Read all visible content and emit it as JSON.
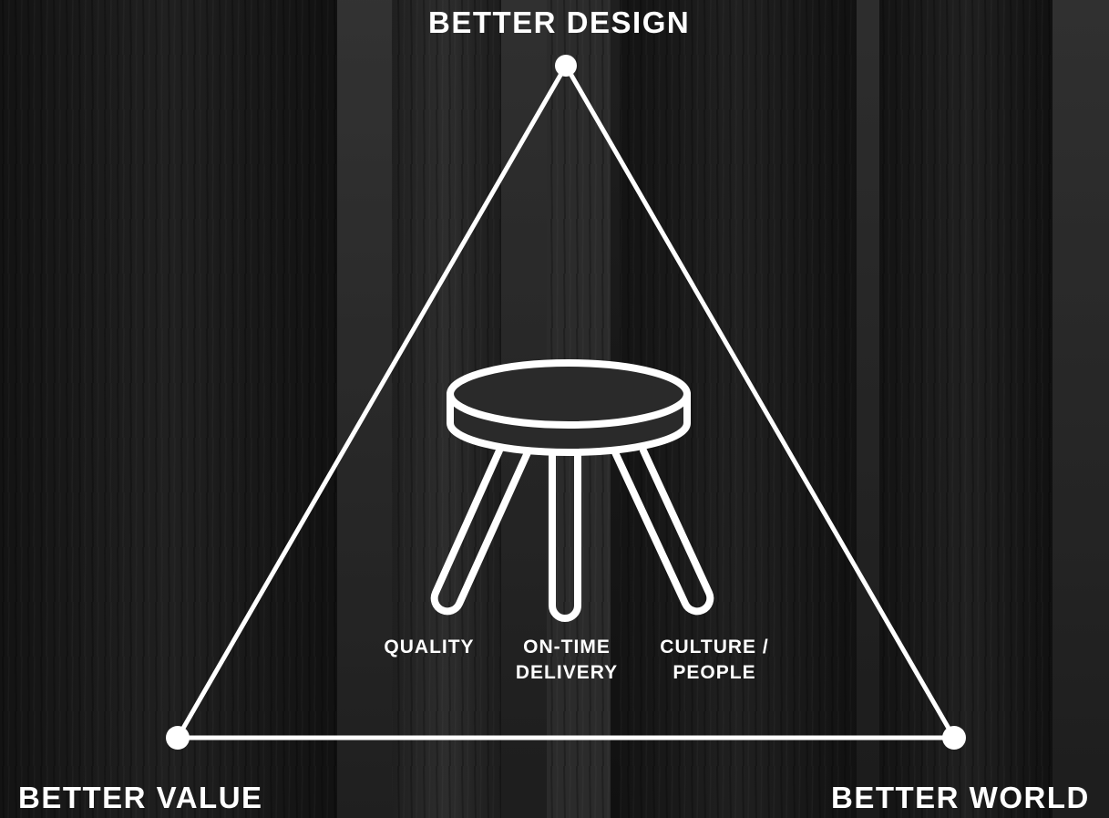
{
  "corners": {
    "top": "BETTER DESIGN",
    "bottom_left": "BETTER VALUE",
    "bottom_right": "BETTER WORLD"
  },
  "stool": {
    "icon": "stool-icon",
    "legs": [
      {
        "lines": [
          "QUALITY"
        ]
      },
      {
        "lines": [
          "ON-TIME",
          "DELIVERY"
        ]
      },
      {
        "lines": [
          "CULTURE /",
          "PEOPLE"
        ]
      }
    ]
  },
  "background": {
    "description_icon": "redwood-forest-photo",
    "tone": "grayscale"
  },
  "colors": {
    "line": "#ffffff",
    "text": "#ffffff"
  }
}
